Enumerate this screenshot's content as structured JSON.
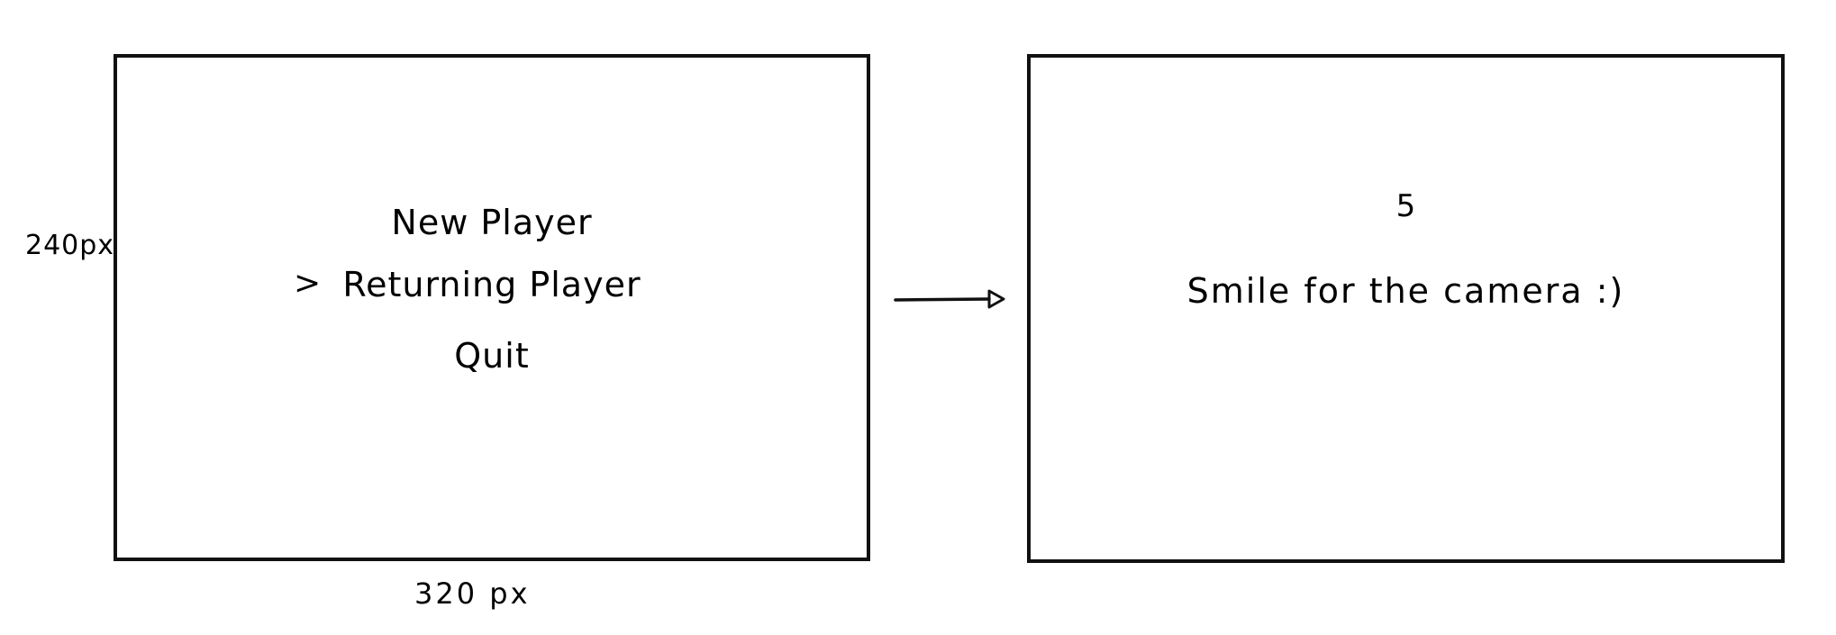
{
  "menu_screen": {
    "items": [
      {
        "label": "New Player"
      },
      {
        "label": "Returning Player"
      },
      {
        "label": "Quit"
      }
    ],
    "cursor": ">",
    "selected_index": 1
  },
  "camera_screen": {
    "countdown": "5",
    "message": "Smile for the camera :)"
  },
  "dimensions": {
    "height_label": "240px",
    "width_label": "320 px"
  }
}
